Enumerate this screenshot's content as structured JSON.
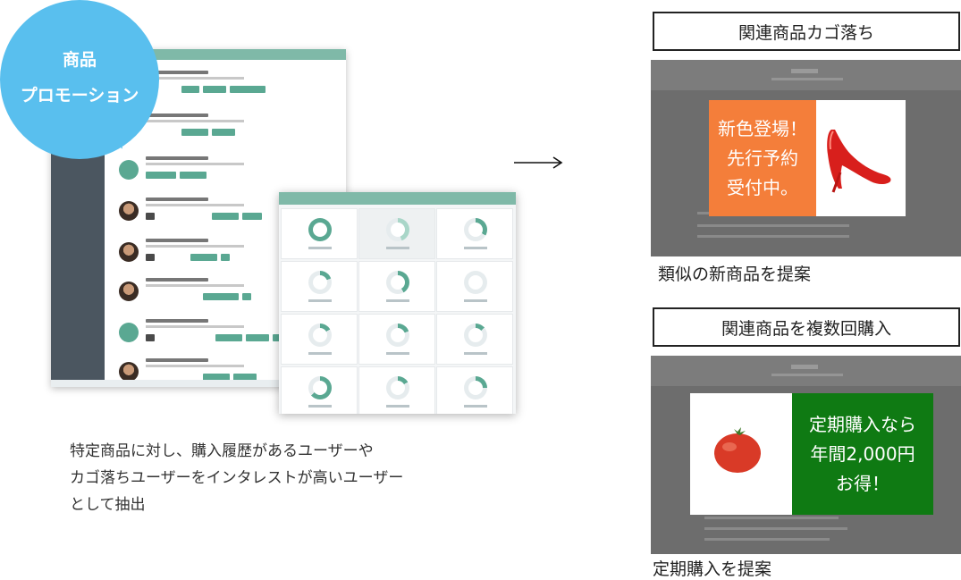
{
  "bubble": {
    "line1": "商品",
    "line2": "プロモーション"
  },
  "description": {
    "lines": [
      "特定商品に対し、購入履歴があるユーザーや",
      "カゴ落ちユーザーをインタレストが高いユーザー",
      "として抽出"
    ]
  },
  "arrow": "right-arrow",
  "panel1": {
    "header": "関連商品カゴ落ち",
    "badge_lines": [
      "新色登場！",
      "先行予約",
      "受付中。"
    ],
    "badge_color": "#f47e3a",
    "product_icon": "red-high-heel-icon",
    "caption": "類似の新商品を提案"
  },
  "panel2": {
    "header": "関連商品を複数回購入",
    "badge_lines": [
      "定期購入なら",
      "年間2,000円",
      "お得！"
    ],
    "badge_color": "#0f7a13",
    "product_icon": "tomato-icon",
    "caption": "定期購入を提案"
  },
  "colors": {
    "bubble": "#59bfee",
    "dashboard_accent": "#5aa892"
  }
}
